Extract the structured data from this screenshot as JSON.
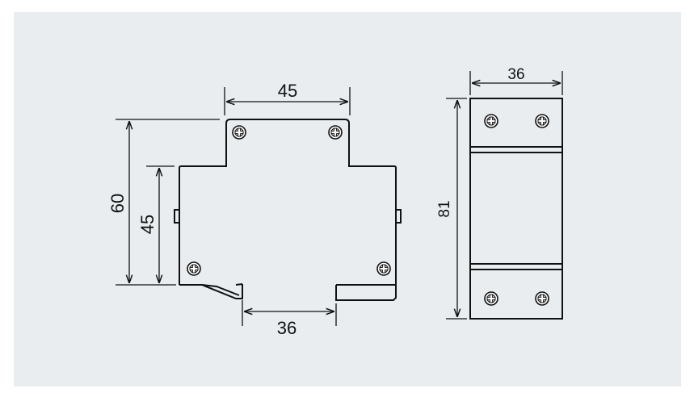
{
  "colors": {
    "background": "#e9edf0",
    "stroke": "#111111",
    "page": "#ffffff"
  },
  "side_view": {
    "dimensions": {
      "top_width": "45",
      "overall_height": "60",
      "inner_height": "45",
      "rail_width": "36"
    },
    "screws": [
      "screw-icon",
      "screw-icon",
      "screw-icon",
      "screw-icon"
    ]
  },
  "front_view": {
    "dimensions": {
      "width": "36",
      "height": "81"
    },
    "screws": [
      "screw-icon",
      "screw-icon",
      "screw-icon",
      "screw-icon"
    ]
  }
}
